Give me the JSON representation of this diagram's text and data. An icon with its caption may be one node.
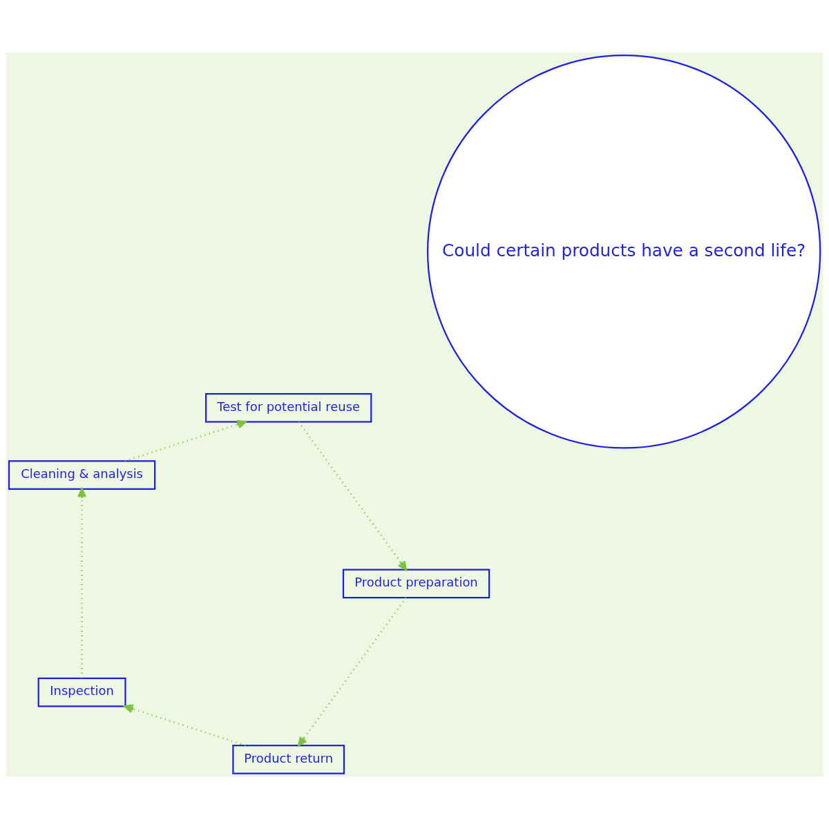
{
  "diagram": {
    "nodes": [
      {
        "text": [
          "Could certain products have a second life?"
        ]
      },
      {
        "text": [
          "Product return"
        ]
      },
      {
        "text": [
          "Inspection"
        ]
      },
      {
        "text": [
          "Cleaning & analysis"
        ]
      },
      {
        "text": [
          "Test for potential reuse"
        ]
      },
      {
        "text": [
          "Product preparation"
        ]
      }
    ],
    "edges": [
      {
        "from": 1,
        "to": 2,
        "arrow": "to",
        "style": "dashed"
      },
      {
        "from": 2,
        "to": 3,
        "arrow": "to",
        "style": "dashed"
      },
      {
        "from": 3,
        "to": 4,
        "arrow": "to",
        "style": "dashed"
      },
      {
        "from": 4,
        "to": 5,
        "arrow": "to",
        "style": "dashed"
      },
      {
        "from": 5,
        "to": 1,
        "arrow": "to",
        "style": "dashed"
      }
    ]
  }
}
